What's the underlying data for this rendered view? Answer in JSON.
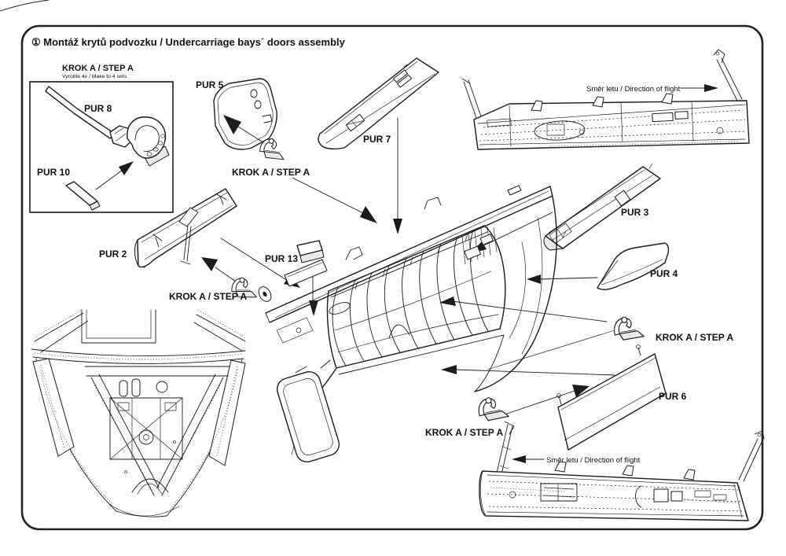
{
  "title": "① Montáž krytů podvozku / Undercarriage bays´ doors assembly",
  "step_box": {
    "heading": "KROK A / STEP A",
    "subheading": "Vyrobte 4x / Make to 4 sets",
    "pur8_label": "PUR 8",
    "pur10_label": "PUR 10"
  },
  "parts": {
    "pur2": "PUR 2",
    "pur3": "PUR 3",
    "pur4": "PUR 4",
    "pur5": "PUR 5",
    "pur6": "PUR 6",
    "pur7": "PUR 7",
    "pur13": "PUR 13"
  },
  "step_label": "KROK A / STEP A",
  "flight_direction_label": "Směr letu / Direction of flight",
  "colors": {
    "ink": "#1c1c1c",
    "paper": "#ffffff",
    "panel_shade": "#e9e9e9"
  }
}
